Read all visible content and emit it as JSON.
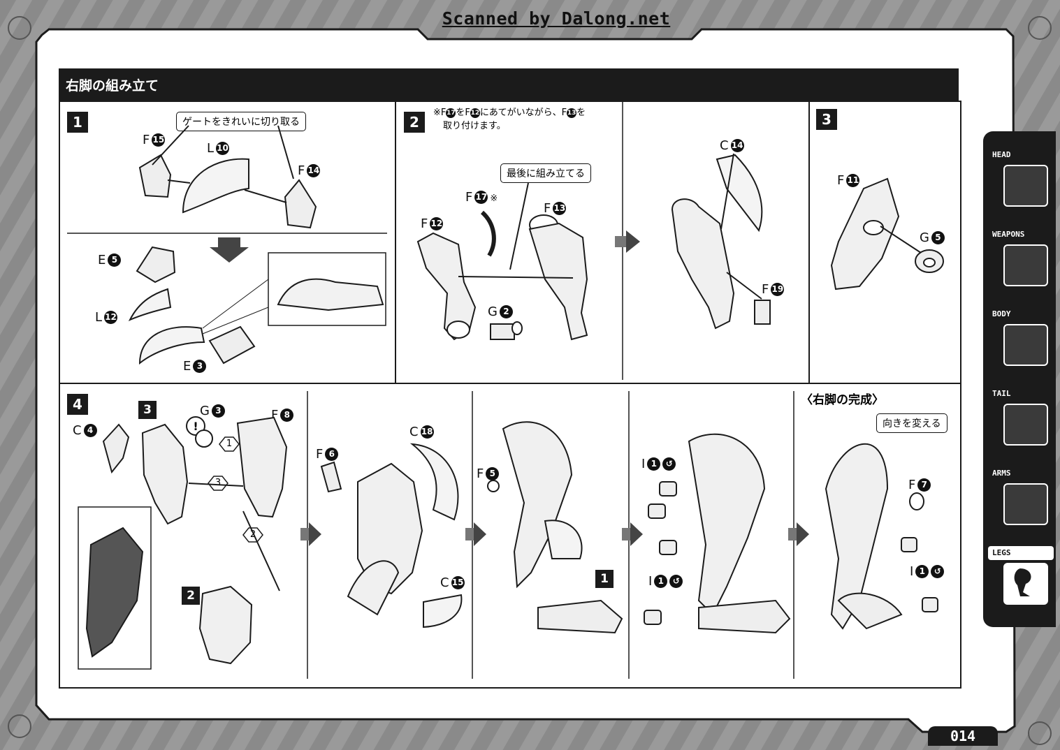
{
  "watermark": "Scanned by Dalong.net",
  "section_title": "右脚の組み立て",
  "page_number": "014",
  "steps": {
    "s1": {
      "badge": "1",
      "callout": "ゲートをきれいに切り取る",
      "parts": {
        "f15": {
          "letter": "F",
          "num": "15"
        },
        "l10": {
          "letter": "L",
          "num": "10"
        },
        "f14": {
          "letter": "F",
          "num": "14"
        },
        "e5": {
          "letter": "E",
          "num": "5"
        },
        "l12": {
          "letter": "L",
          "num": "12"
        },
        "e3": {
          "letter": "E",
          "num": "3"
        }
      }
    },
    "s2": {
      "badge": "2",
      "note_prefix": "※F",
      "note_n1": "17",
      "note_mid": "をF",
      "note_n2": "12",
      "note_mid2": "にあてがいながら、F",
      "note_n3": "13",
      "note_end": "を",
      "note_line2": "取り付けます。",
      "callout": "最後に組み立てる",
      "parts": {
        "f17": {
          "letter": "F",
          "num": "17",
          "suffix": "※"
        },
        "f12": {
          "letter": "F",
          "num": "12"
        },
        "f13": {
          "letter": "F",
          "num": "13"
        },
        "g2": {
          "letter": "G",
          "num": "2"
        },
        "c14": {
          "letter": "C",
          "num": "14"
        },
        "f19": {
          "letter": "F",
          "num": "19"
        }
      }
    },
    "s3": {
      "badge": "3",
      "parts": {
        "f11": {
          "letter": "F",
          "num": "11"
        },
        "g5": {
          "letter": "G",
          "num": "5"
        }
      }
    },
    "s4": {
      "badge": "4",
      "ref3": "3",
      "ref2": "2",
      "ref1": "1",
      "order1": "1",
      "order2": "2",
      "order3": "3",
      "parts": {
        "c4": {
          "letter": "C",
          "num": "4"
        },
        "g3": {
          "letter": "G",
          "num": "3"
        },
        "f8": {
          "letter": "F",
          "num": "8"
        },
        "f6": {
          "letter": "F",
          "num": "6"
        },
        "c18": {
          "letter": "C",
          "num": "18"
        },
        "c15": {
          "letter": "C",
          "num": "15"
        },
        "f5": {
          "letter": "F",
          "num": "5"
        },
        "i1a": {
          "letter": "I",
          "num": "1"
        },
        "i1b": {
          "letter": "I",
          "num": "1"
        },
        "i1c": {
          "letter": "I",
          "num": "1"
        },
        "f7": {
          "letter": "F",
          "num": "7"
        }
      },
      "complete_title": "〈右脚の完成〉",
      "complete_callout": "向きを変える"
    }
  },
  "sidebar": {
    "tabs": [
      {
        "label": "HEAD"
      },
      {
        "label": "WEAPONS"
      },
      {
        "label": "BODY"
      },
      {
        "label": "TAIL"
      },
      {
        "label": "ARMS"
      },
      {
        "label": "LEGS"
      }
    ],
    "active": "LEGS"
  },
  "colors": {
    "ink": "#1b1b1b",
    "paper": "#ffffff",
    "frame": "#8c8c8c"
  }
}
